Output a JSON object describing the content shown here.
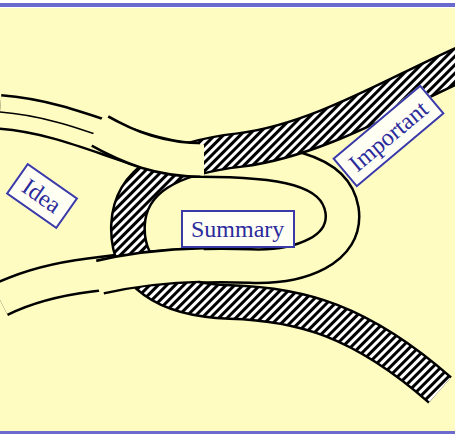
{
  "diagram": {
    "nodes": [
      {
        "text": [
          "Idea"
        ]
      },
      {
        "text": [
          "Summary"
        ]
      },
      {
        "text": [
          "Important"
        ]
      }
    ]
  }
}
